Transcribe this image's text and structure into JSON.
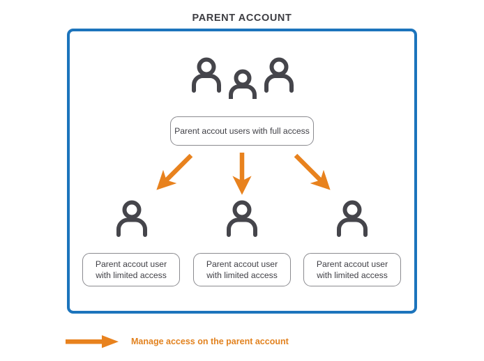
{
  "title": "PARENT ACCOUNT",
  "colors": {
    "frame_blue": "#1C74BC",
    "arrow_orange": "#E8821E",
    "icon_gray": "#45454B",
    "box_border_gray": "#8A8A8F",
    "title_gray": "#3D3D42",
    "background": "#FFFFFF"
  },
  "top_group": {
    "icon_name": "group-of-three-users-icon",
    "icon_count": 3,
    "label": "Parent accout users with full access"
  },
  "arrows": {
    "down_left": "arrow-down-left",
    "down": "arrow-down",
    "down_right": "arrow-down-right"
  },
  "children": [
    {
      "icon_name": "user-icon",
      "line1": "Parent accout user",
      "line2": "with limited access"
    },
    {
      "icon_name": "user-icon",
      "line1": "Parent accout user",
      "line2": "with limited access"
    },
    {
      "icon_name": "user-icon",
      "line1": "Parent accout user",
      "line2": "with limited access"
    }
  ],
  "legend": {
    "icon_name": "arrow-right-icon",
    "text": "Manage access on the parent account"
  }
}
